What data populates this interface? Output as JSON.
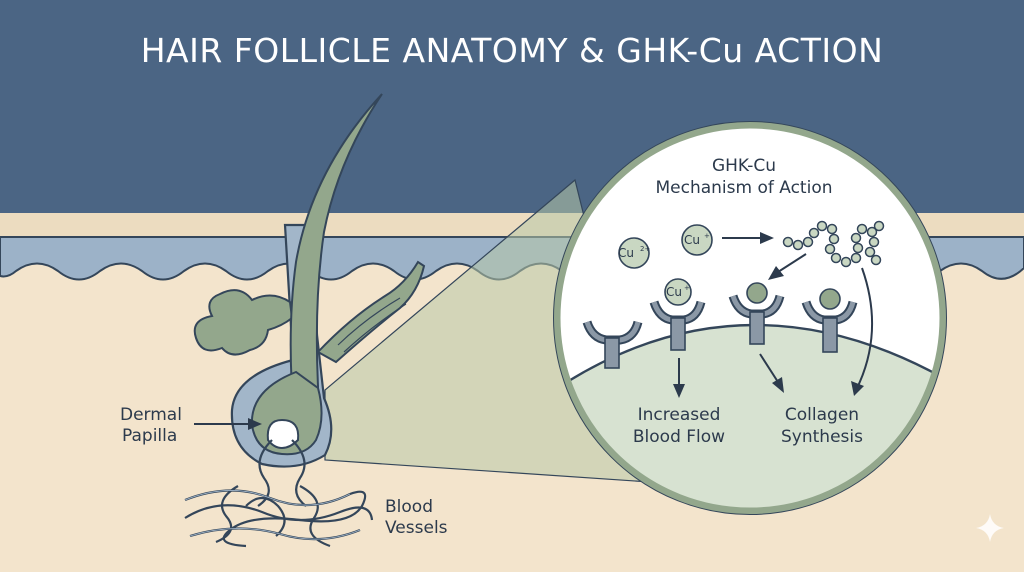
{
  "title": "HAIR FOLLICLE ANATOMY & GHK-Cu ACTION",
  "inset": {
    "heading_line1": "GHK-Cu",
    "heading_line2": "Mechanism of Action",
    "ion_label": "Cu",
    "ion_charge": "2+",
    "ion_charge_plus": "+"
  },
  "labels": {
    "dermal_papilla_1": "Dermal",
    "dermal_papilla_2": "Papilla",
    "blood_vessels_1": "Blood",
    "blood_vessels_2": "Vessels",
    "blood_flow_1": "Increased",
    "blood_flow_2": "Blood Flow",
    "collagen_1": "Collagen",
    "collagen_2": "Synthesis"
  },
  "colors": {
    "sky": "#4b6584",
    "epidermis_band": "#ecdcc0",
    "water_band": "#9cb2c8",
    "dermis": "#f3e4cc",
    "follicle_green": "#93a78c",
    "sheath_blue": "#a2b6c9",
    "outline": "#34465a",
    "inset_fill": "#ffffff",
    "cell_fill": "#d7e2d1"
  }
}
